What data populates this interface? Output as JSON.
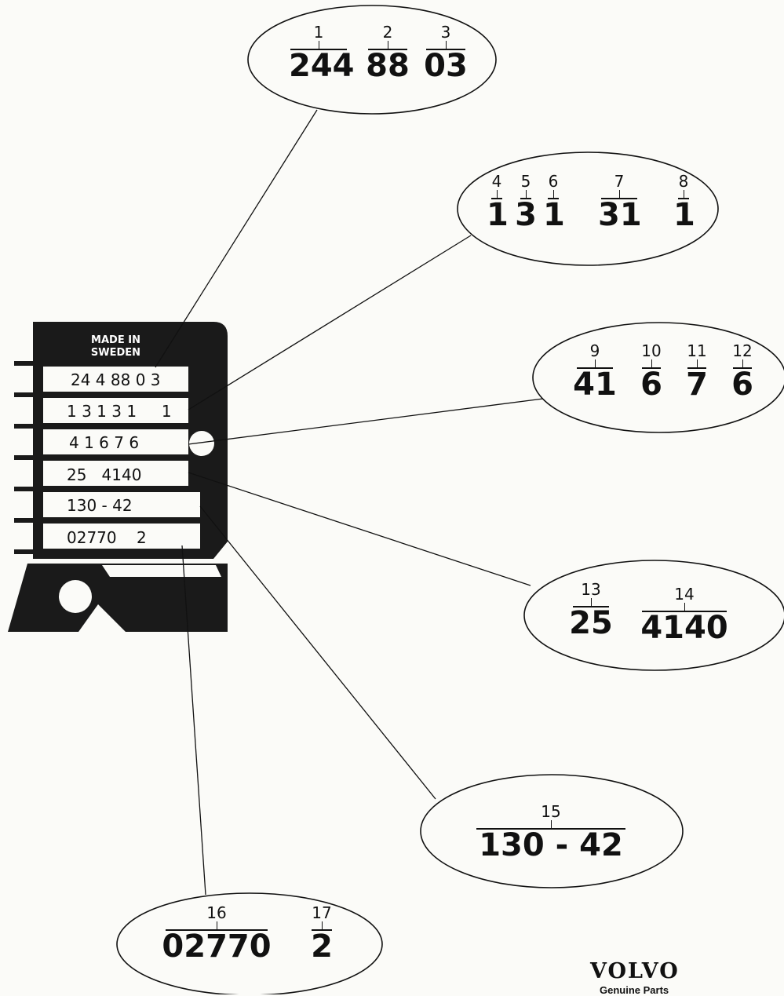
{
  "plate": {
    "title_line1": "MADE IN",
    "title_line2": "SWEDEN",
    "rows": [
      "24 4 88 0 3",
      "1 3 1 3 1     1",
      "4 1 6 7 6",
      "25   4140",
      "130 - 42",
      "02770    2"
    ]
  },
  "callouts": [
    {
      "groups": [
        {
          "index": "1",
          "value": "244"
        },
        {
          "index": "2",
          "value": "88"
        },
        {
          "index": "3",
          "value": "03"
        }
      ]
    },
    {
      "groups": [
        {
          "index": "4",
          "value": "1"
        },
        {
          "index": "5",
          "value": "3"
        },
        {
          "index": "6",
          "value": "1"
        },
        {
          "index": "7",
          "value": "31"
        },
        {
          "index": "8",
          "value": "1"
        }
      ]
    },
    {
      "groups": [
        {
          "index": "9",
          "value": "41"
        },
        {
          "index": "10",
          "value": "6"
        },
        {
          "index": "11",
          "value": "7"
        },
        {
          "index": "12",
          "value": "6"
        }
      ]
    },
    {
      "groups": [
        {
          "index": "13",
          "value": "25"
        },
        {
          "index": "14",
          "value": "4140"
        }
      ]
    },
    {
      "groups": [
        {
          "index": "15",
          "value": "130 - 42"
        }
      ]
    },
    {
      "groups": [
        {
          "index": "16",
          "value": "02770"
        },
        {
          "index": "17",
          "value": "2"
        }
      ]
    }
  ],
  "brand": {
    "logo": "VOLVO",
    "tagline": "Genuine Parts"
  }
}
